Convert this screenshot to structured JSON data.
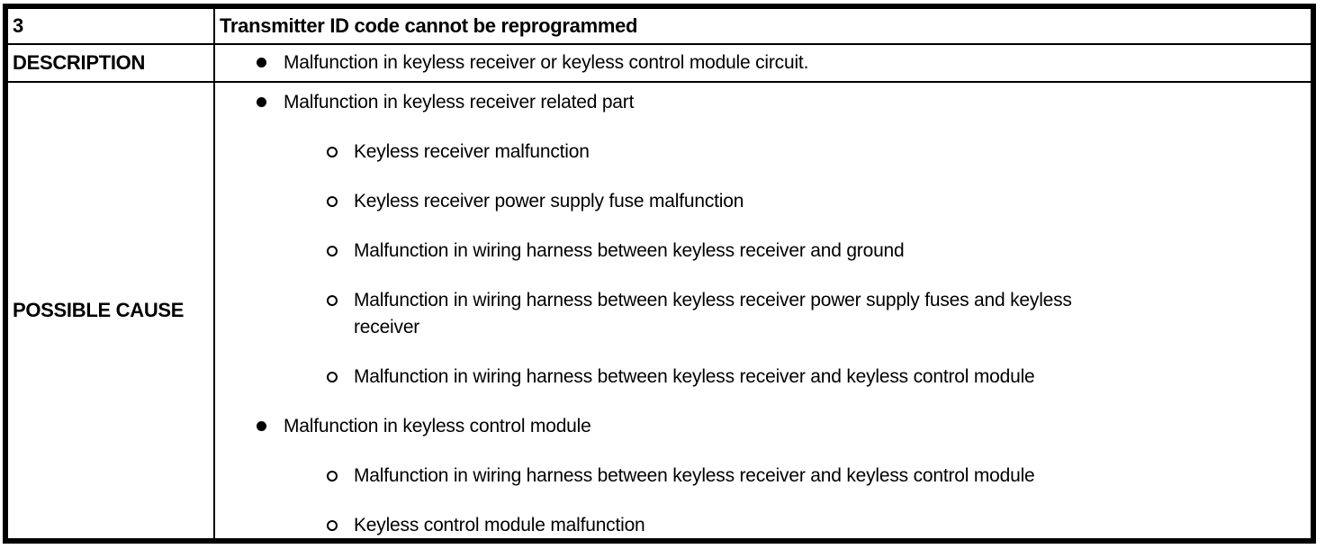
{
  "colors": {
    "border": "#000000",
    "background": "#ffffff",
    "text": "#000000"
  },
  "table": {
    "code": "3",
    "title": "Transmitter ID code cannot be reprogrammed",
    "description_label": "DESCRIPTION",
    "description_items": [
      {
        "level": 1,
        "text": "Malfunction in keyless receiver or keyless control module circuit."
      }
    ],
    "possible_cause_label": "POSSIBLE CAUSE",
    "possible_cause_items": [
      {
        "level": 1,
        "text": "Malfunction in keyless receiver related part"
      },
      {
        "level": 2,
        "text": "Keyless receiver malfunction"
      },
      {
        "level": 2,
        "text": "Keyless receiver power supply fuse malfunction"
      },
      {
        "level": 2,
        "text": "Malfunction in wiring harness between keyless receiver and ground"
      },
      {
        "level": 2,
        "text": "Malfunction in wiring harness between keyless receiver power supply fuses and keyless\nreceiver"
      },
      {
        "level": 2,
        "text": "Malfunction in wiring harness between keyless receiver and keyless control module"
      },
      {
        "level": 1,
        "text": "Malfunction in keyless control module"
      },
      {
        "level": 2,
        "text": "Malfunction in wiring harness between keyless receiver and keyless control module"
      },
      {
        "level": 2,
        "text": "Keyless control module malfunction"
      }
    ]
  }
}
